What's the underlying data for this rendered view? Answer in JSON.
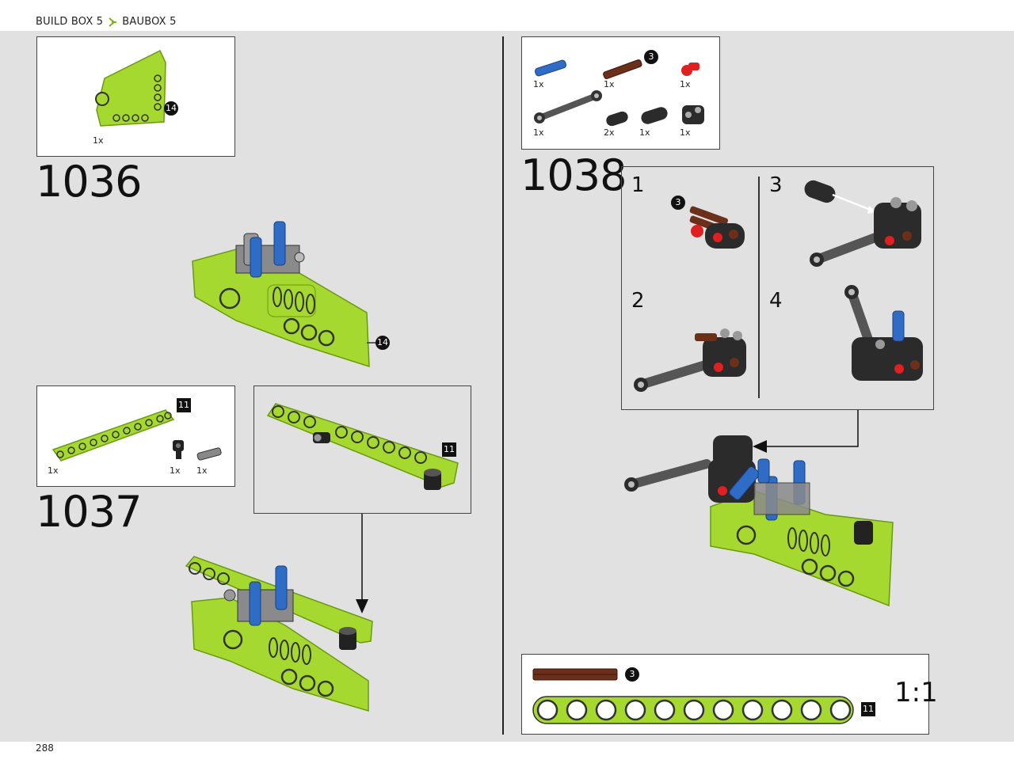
{
  "header": {
    "breadcrumb_1": "BUILD BOX 5",
    "breadcrumb_2": "BAUBOX 5"
  },
  "footer": {
    "page_number": "288"
  },
  "steps": {
    "s1036": {
      "number": "1036",
      "parts": {
        "qty": "1x",
        "badge": "14"
      },
      "callout_badge": "14"
    },
    "s1037": {
      "number": "1037",
      "parts": {
        "q1": "1x",
        "q2": "1x",
        "q3": "1x",
        "badge": "11"
      },
      "sub_badge": "11"
    },
    "s1038": {
      "number": "1038",
      "parts": {
        "q1": "1x",
        "q2": "1x",
        "q3": "1x",
        "q4": "1x",
        "q5": "2x",
        "q6": "1x",
        "q7": "1x",
        "badge": "3"
      },
      "substeps": [
        "1",
        "2",
        "3",
        "4"
      ],
      "sub1_badge": "3"
    }
  },
  "reference": {
    "axle_badge": "3",
    "beam_badge": "11",
    "scale": "1:1"
  },
  "colors": {
    "lime": "#a6d92f",
    "blue": "#2f6cc6",
    "brown": "#6b2f1a",
    "red": "#e02020",
    "dark": "#2b2b2b",
    "bg": "#e1e1e1"
  }
}
